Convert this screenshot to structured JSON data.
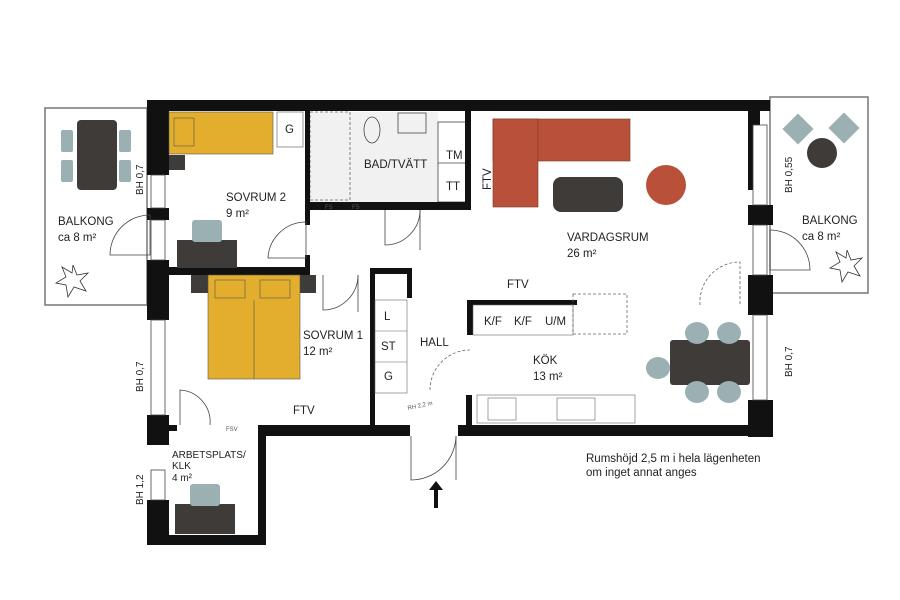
{
  "rooms": {
    "balkong_left": {
      "name": "BALKONG",
      "area": "ca 8 m²"
    },
    "balkong_right": {
      "name": "BALKONG",
      "area": "ca 8 m²"
    },
    "sovrum2": {
      "name": "SOVRUM 2",
      "area": "9 m²"
    },
    "sovrum1": {
      "name": "SOVRUM 1",
      "area": "12 m²"
    },
    "bad": {
      "name": "BAD/TVÄTT"
    },
    "vardagsrum": {
      "name": "VARDAGSRUM",
      "area": "26 m²"
    },
    "kok": {
      "name": "KÖK",
      "area": "13 m²"
    },
    "hall": {
      "name": "HALL"
    },
    "arbetsplats": {
      "name_line1": "ARBETSPLATS/",
      "name_line2": "KLK",
      "area": "4 m²"
    }
  },
  "fixtures": {
    "g_sovrum2": "G",
    "tm": "TM",
    "tt": "TT",
    "l": "L",
    "st": "ST",
    "g_hall": "G",
    "kf1": "K/F",
    "kf2": "K/F",
    "um": "U/M",
    "ftv_vardagsrum": "FTV",
    "ftv_kok": "FTV",
    "ftv_sovrum1": "FTV",
    "fs1": "FS",
    "fs2": "FS",
    "fsv": "FSV",
    "rh": "RH 2,2 m"
  },
  "window_heights": {
    "left_top": "BH 0,7",
    "left_mid": "BH 0,7",
    "left_bottom": "BH 1,2",
    "right_top": "BH 0,55",
    "right_bottom": "BH 0,7"
  },
  "note": {
    "line1": "Rumshöjd 2,5 m i hela lägenheten",
    "line2": "om inget annat anges"
  },
  "colors": {
    "wall": "#111111",
    "bed": "#E3AE2D",
    "sofa": "#B9513A",
    "furniture_dark": "#3E3B39",
    "chair": "#9BB0B3"
  },
  "icons": [
    "entrance-arrow-icon",
    "plant-icon"
  ]
}
